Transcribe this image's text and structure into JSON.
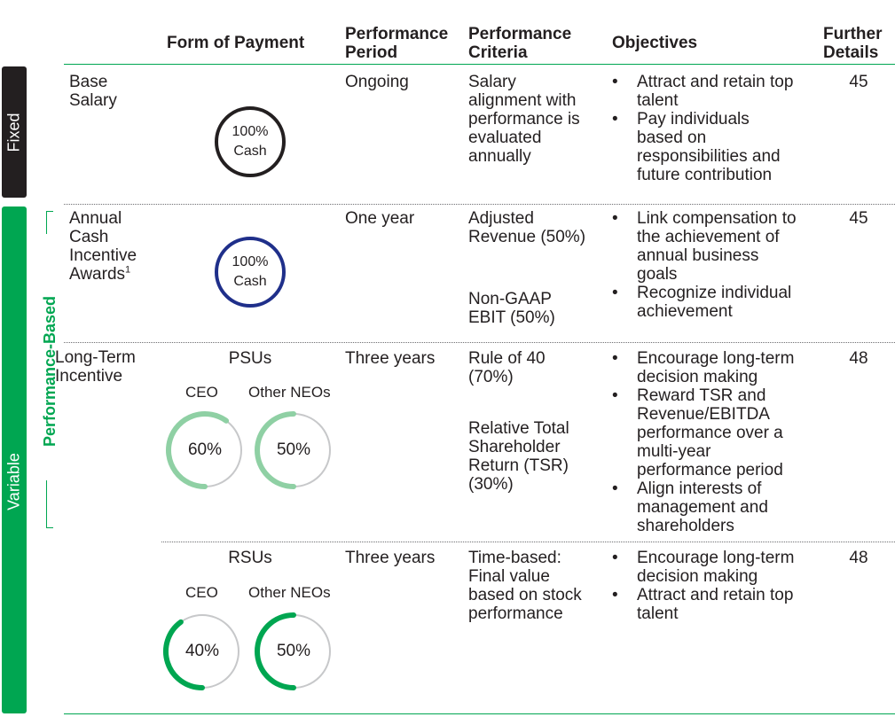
{
  "headers": {
    "form_of_payment": "Form of Payment",
    "performance_period": "Performance\nPeriod",
    "performance_criteria": "Performance\nCriteria",
    "objectives": "Objectives",
    "further_details": "Further\nDetails"
  },
  "side": {
    "fixed": "Fixed",
    "variable": "Variable",
    "performance_based": "Performance-Based"
  },
  "colors": {
    "green": "#00a651",
    "light_green": "#8fd0a4",
    "navy": "#1f2f8a",
    "black": "#231f20",
    "gray_ring": "#c7c8ca"
  },
  "rows": {
    "base": {
      "label": "Base\nSalary",
      "payment": {
        "pct": "100%",
        "type": "Cash"
      },
      "period": "Ongoing",
      "criteria": "Salary\nalignment with\nperformance is\nevaluated\nannually",
      "objectives": [
        "Attract and retain top\ntalent",
        "Pay individuals\nbased on\nresponsibilities and\nfuture contribution"
      ],
      "details": "45"
    },
    "annual": {
      "label": "Annual\nCash\nIncentive\nAwards",
      "label_sup": "1",
      "payment": {
        "pct": "100%",
        "type": "Cash"
      },
      "period": "One year",
      "criteria_1": "Adjusted\nRevenue (50%)",
      "criteria_2": "Non-GAAP\nEBIT (50%)",
      "objectives": [
        "Link compensation to\nthe achievement of\nannual business\ngoals",
        "Recognize individual\nachievement"
      ],
      "details": "45"
    },
    "psu": {
      "label": "Long-Term\nIncentive",
      "title": "PSUs",
      "period": "Three years",
      "criteria_1": "Rule of 40\n(70%)",
      "criteria_2": "Relative Total\nShareholder\nReturn (TSR)\n(30%)",
      "objectives": [
        "Encourage long-term\ndecision making",
        "Reward TSR and\nRevenue/EBITDA\nperformance over a\nmulti-year\nperformance period",
        "Align interests of\nmanagement and\nshareholders"
      ],
      "details": "48",
      "donuts": [
        {
          "label": "CEO",
          "value": 60,
          "display": "60%"
        },
        {
          "label": "Other NEOs",
          "value": 50,
          "display": "50%"
        }
      ]
    },
    "rsu": {
      "title": "RSUs",
      "period": "Three years",
      "criteria": "Time-based:\nFinal value\nbased on stock\nperformance",
      "objectives": [
        "Encourage long-term\ndecision making",
        "Attract and retain top\ntalent"
      ],
      "details": "48",
      "donuts": [
        {
          "label": "CEO",
          "value": 40,
          "display": "40%"
        },
        {
          "label": "Other NEOs",
          "value": 50,
          "display": "50%"
        }
      ]
    }
  }
}
